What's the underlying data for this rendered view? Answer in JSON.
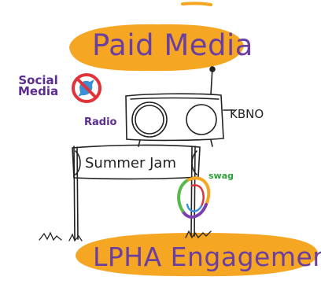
{
  "title_top": "Paid Media",
  "title_bottom": "LPHA Engagement",
  "labels": {
    "social_line1": "Social",
    "social_line2": "Media",
    "radio": "Radio",
    "station": "KBNO",
    "banner": "Summer Jam",
    "swag": "swag"
  },
  "colors": {
    "highlight": "#f5a623",
    "purple": "#6b3fa0",
    "red": "#e0343a",
    "blue": "#3b8fd9",
    "green": "#2e9e3a"
  },
  "icons": [
    "no-social-media-icon",
    "radio-icon",
    "bracelet-icon",
    "grass-icon"
  ]
}
